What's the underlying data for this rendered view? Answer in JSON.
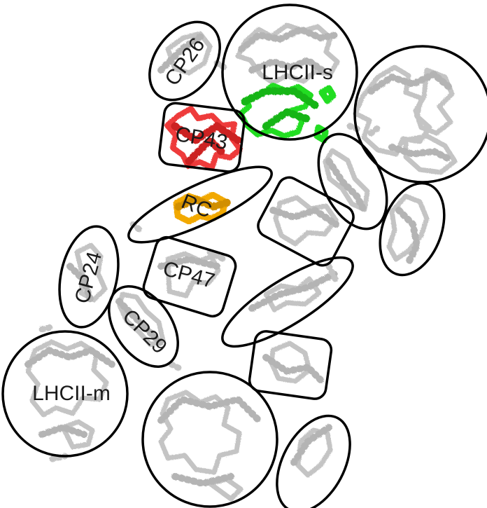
{
  "labels": {
    "cp26": "CP26",
    "lhcii_s": "LHCII-s",
    "cp43": "CP43",
    "rc": "RC",
    "cp24": "CP24",
    "cp47": "CP47",
    "cp29": "CP29",
    "lhcii_m": "LHCII-m"
  },
  "colors": {
    "outline": "#000000",
    "protein_gray": "#c4c4c4",
    "lhcii_s_highlight": "#22dd22",
    "cp43_highlight": "#ee3b3b",
    "rc_highlight": "#f2a900",
    "label_text": "#1a1a1a"
  }
}
